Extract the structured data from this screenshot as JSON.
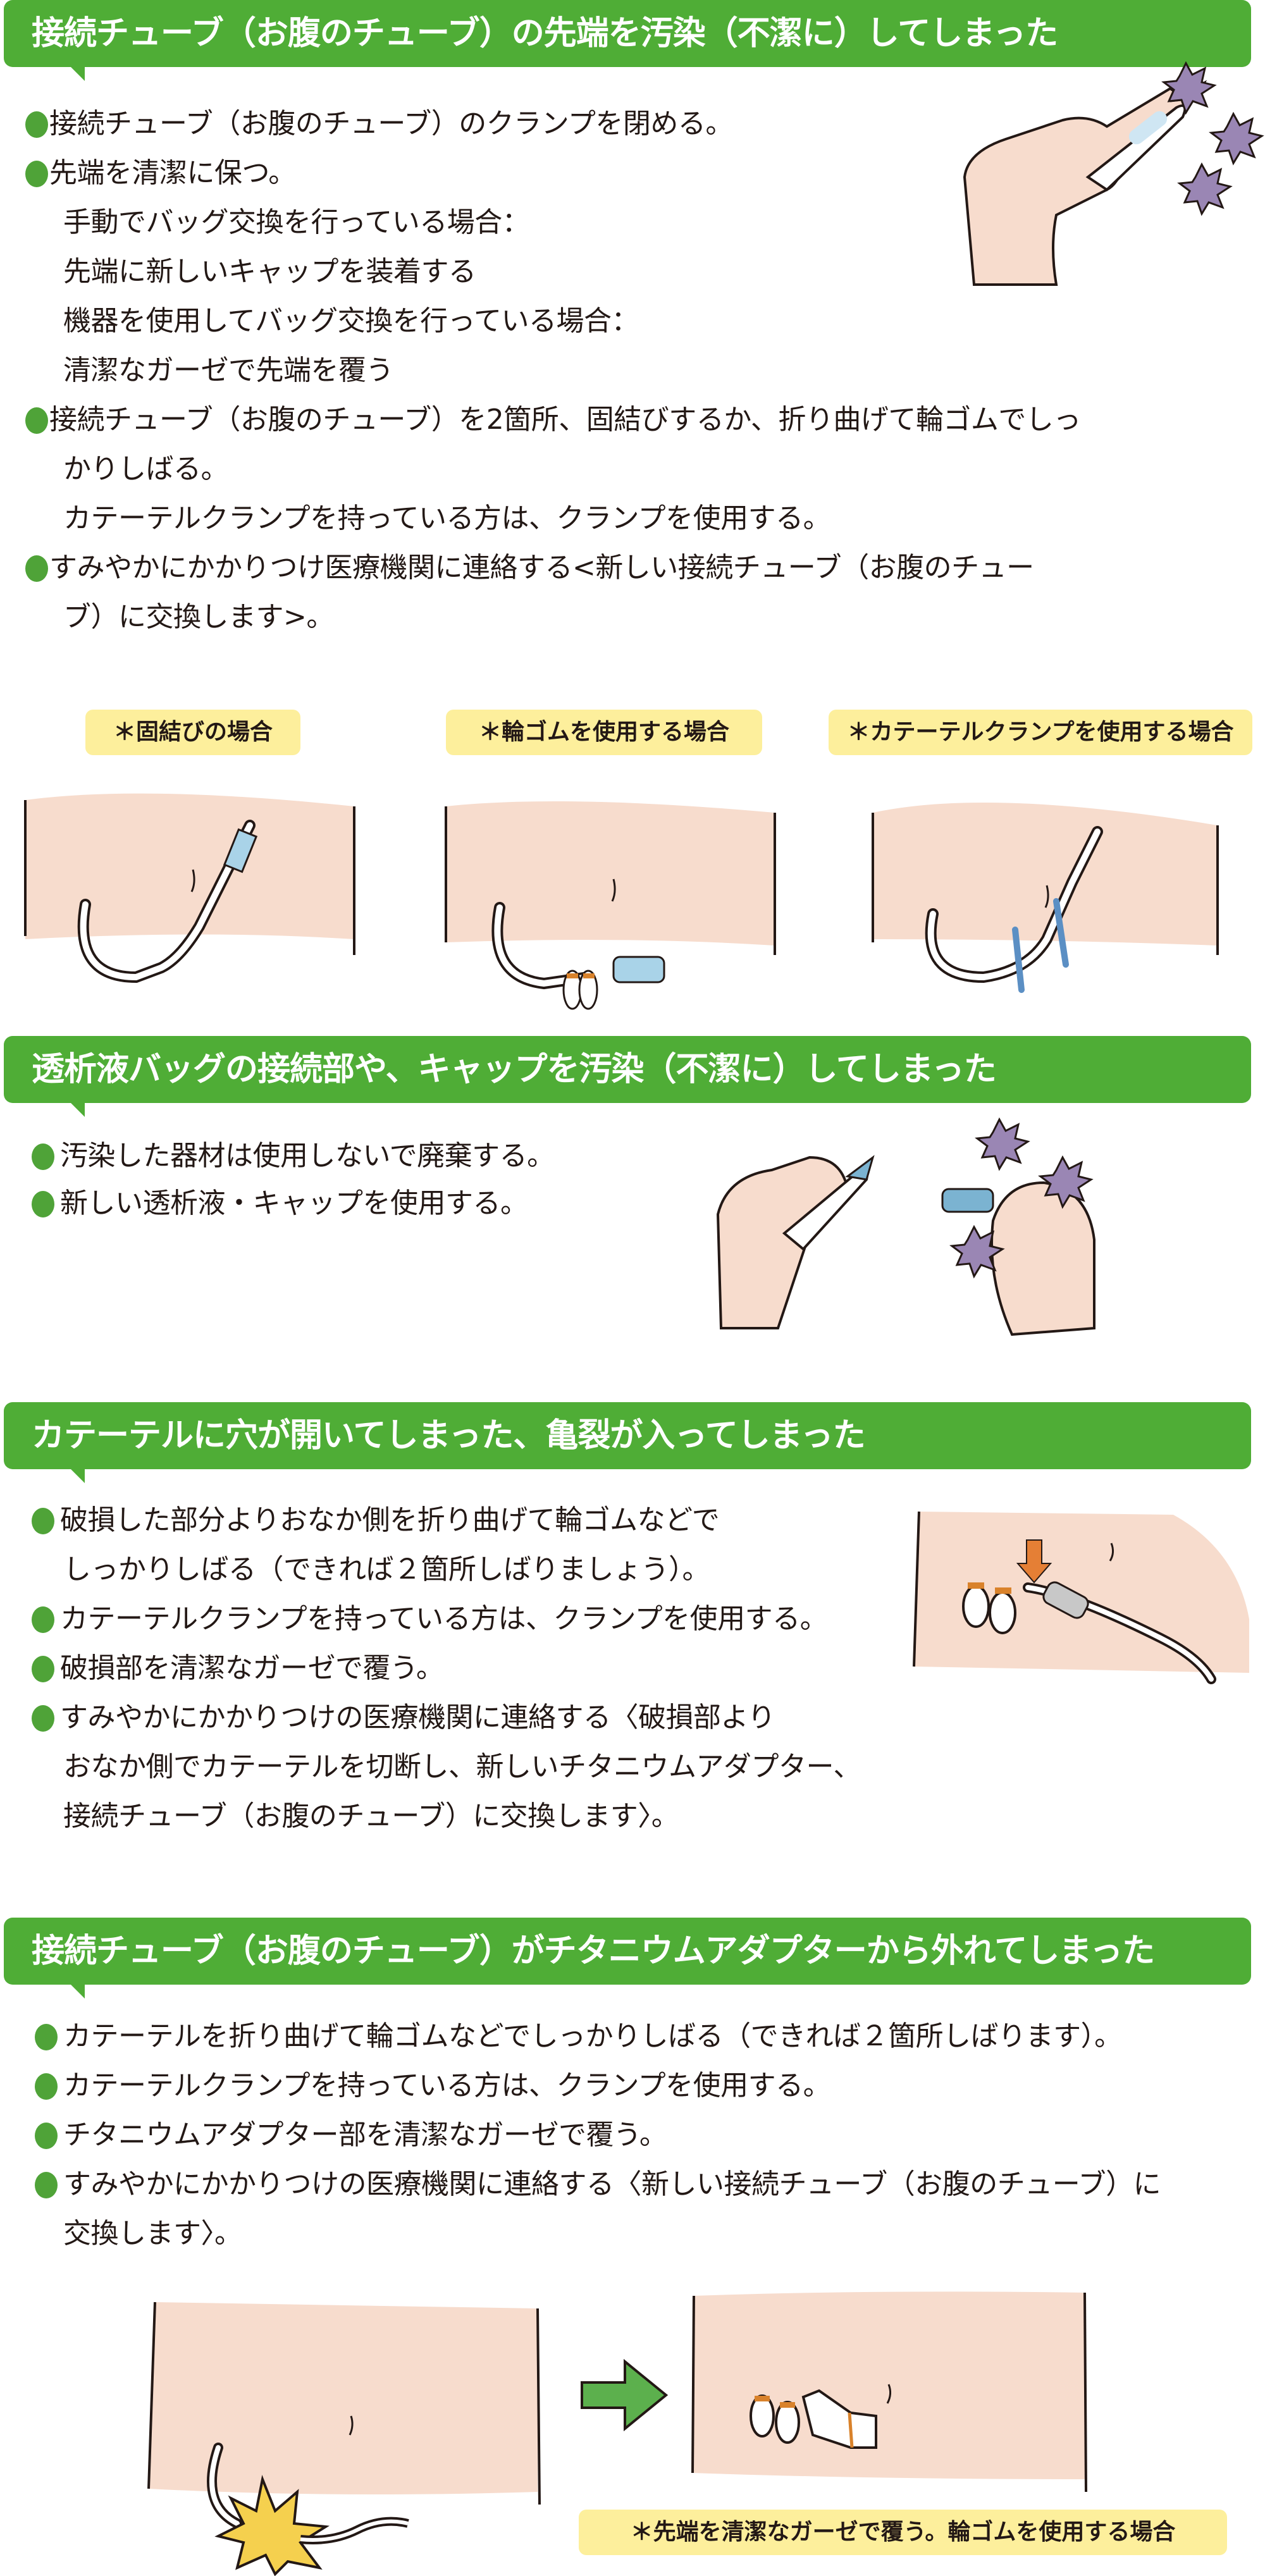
{
  "colors": {
    "header_green": "#4fad36",
    "bullet_green": "#4fa338",
    "label_yellow": "#fdef9c",
    "skin": "#f7dccd",
    "arrow_green": "#5cb04d",
    "germ_purple": "#9a86b4",
    "tube_blue": "#7bb3d1",
    "rubber_band_orange": "#d9822b"
  },
  "sections": [
    {
      "title": "接続チューブ（お腹のチューブ）の先端を汚染（不潔に）してしまった",
      "lines": [
        {
          "bullet": true,
          "text": "接続チューブ（お腹のチューブ）のクランプを閉める。"
        },
        {
          "bullet": true,
          "text": "先端を清潔に保つ。"
        },
        {
          "bullet": false,
          "text": "手動でバッグ交換を行っている場合："
        },
        {
          "bullet": false,
          "text": "先端に新しいキャップを装着する"
        },
        {
          "bullet": false,
          "text": "機器を使用してバッグ交換を行っている場合："
        },
        {
          "bullet": false,
          "text": "清潔なガーゼで先端を覆う"
        },
        {
          "bullet": true,
          "text": "接続チューブ（お腹のチューブ）を2箇所、固結びするか、折り曲げて輪ゴムでしっ"
        },
        {
          "bullet": false,
          "text": "かりしばる。"
        },
        {
          "bullet": false,
          "text": "カテーテルクランプを持っている方は、クランプを使用する。"
        },
        {
          "bullet": true,
          "text": "すみやかにかかりつけ医療機関に連絡する<新しい接続チューブ（お腹のチュー"
        },
        {
          "bullet": false,
          "text": "ブ）に交換します>。"
        }
      ],
      "illustration": "hand-holding-tube-with-germs",
      "figure_labels": [
        "＊固結びの場合",
        "＊輪ゴムを使用する場合",
        "＊カテーテルクランプを使用する場合"
      ]
    },
    {
      "title": "透析液バッグの接続部や、キャップを汚染（不潔に）してしまった",
      "lines": [
        {
          "bullet": true,
          "text": "汚染した器材は使用しないで廃棄する。"
        },
        {
          "bullet": true,
          "text": "新しい透析液・キャップを使用する。"
        }
      ],
      "illustration": "two-hands-with-bag-connector-and-germs"
    },
    {
      "title": "カテーテルに穴が開いてしまった、亀裂が入ってしまった",
      "lines": [
        {
          "bullet": true,
          "text": "破損した部分よりおなか側を折り曲げて輪ゴムなどで"
        },
        {
          "bullet": false,
          "text": "しっかりしばる（できれば２箇所しばりましょう）。"
        },
        {
          "bullet": true,
          "text": "カテーテルクランプを持っている方は、クランプを使用する。"
        },
        {
          "bullet": true,
          "text": "破損部を清潔なガーゼで覆う。"
        },
        {
          "bullet": true,
          "text": "すみやかにかかりつけの医療機関に連絡する〈破損部より"
        },
        {
          "bullet": false,
          "text": "おなか側でカテーテルを切断し、新しいチタニウムアダプター、"
        },
        {
          "bullet": false,
          "text": "接続チューブ（お腹のチューブ）に交換します〉。"
        }
      ],
      "illustration": "abdomen-catheter-folded-with-arrow"
    },
    {
      "title": "接続チューブ（お腹のチューブ）がチタニウムアダプターから外れてしまった",
      "lines": [
        {
          "bullet": true,
          "text": "カテーテルを折り曲げて輪ゴムなどでしっかりしばる（できれば２箇所しばります）。"
        },
        {
          "bullet": true,
          "text": "カテーテルクランプを持っている方は、クランプを使用する。"
        },
        {
          "bullet": true,
          "text": "チタニウムアダプター部を清潔なガーゼで覆う。"
        },
        {
          "bullet": true,
          "text": "すみやかにかかりつけの医療機関に連絡する〈新しい接続チューブ（お腹のチューブ）に"
        },
        {
          "bullet": false,
          "text": "交換します〉。"
        }
      ],
      "illustration": "abdomen-before-after-disconnect",
      "figure_label": "＊先端を清潔なガーゼで覆う。輪ゴムを使用する場合"
    }
  ]
}
